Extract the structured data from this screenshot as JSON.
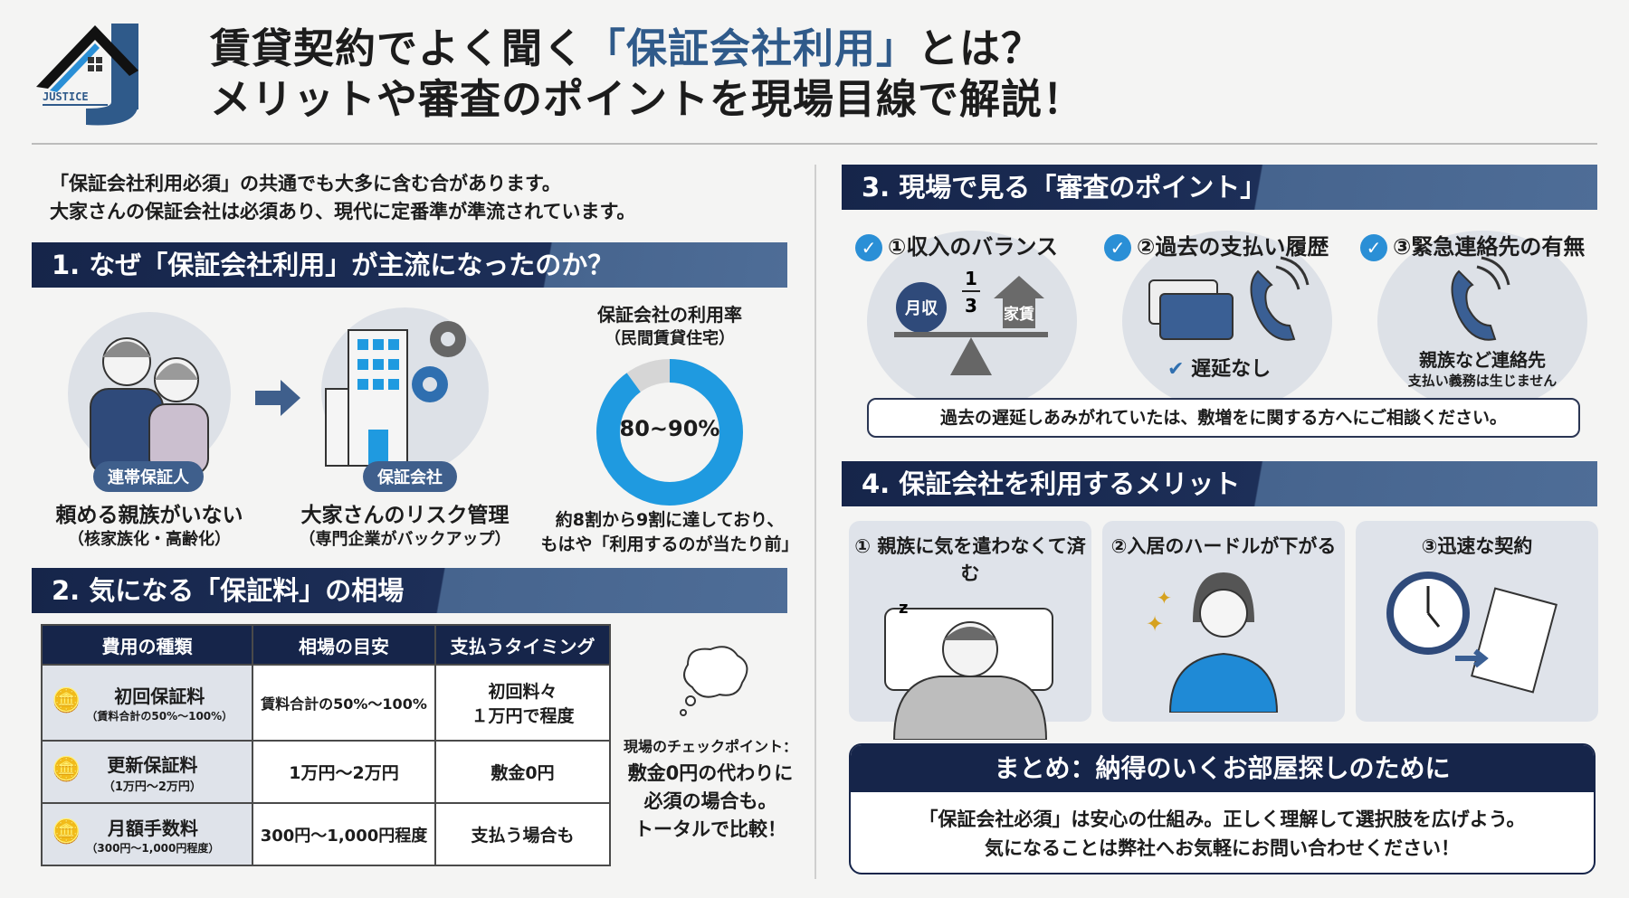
{
  "logo": {
    "text": "JUSTICE"
  },
  "title": {
    "line1_pre": "賃貸契約でよく聞く",
    "line1_hl": "「保証会社利用」",
    "line1_post": "とは？",
    "line2": "メリットや審査のポイントを現場目線で解説！"
  },
  "intro": [
    "「保証会社利用必須」の共通でも大多に含む合があります。",
    "大家さんの保証会社は必須あり、現代に定番準が準流されています。"
  ],
  "s1": {
    "heading": "1. なぜ「保証会社利用」が主流になったのか？",
    "left": {
      "badge": "連帯保証人",
      "caption": "頼める親族がいない",
      "sub": "（核家族化・高齢化）"
    },
    "mid": {
      "badge": "保証会社",
      "caption": "大家さんのリスク管理",
      "sub": "（専門企業がバックアップ）"
    },
    "donut": {
      "title": "保証会社の利用率",
      "subtitle": "（民間賃貸住宅）",
      "value_label": "80~90%",
      "fill_fraction": 0.9,
      "color": "#1f9ae0",
      "rest_color": "#d6d6d6",
      "caption1": "約8割から9割に達しており、",
      "caption2": "もはや「利用するのが当たり前」"
    }
  },
  "s2": {
    "heading": "2. 気になる「保証料」の相場",
    "headers": [
      "費用の種類",
      "相場の目安",
      "支払うタイミング"
    ],
    "rows": [
      {
        "name": "初回保証料",
        "sub": "（賃料合計の50%〜100%）",
        "range": "賃料合計の50%〜100%",
        "timing1": "初回料々",
        "timing2": "１万円で程度"
      },
      {
        "name": "更新保証料",
        "sub": "（1万円〜2万円）",
        "range": "1万円〜2万円",
        "timing1": "敷金0円",
        "timing2": ""
      },
      {
        "name": "月額手数料",
        "sub": "（300円〜1,000円程度）",
        "range": "300円〜1,000円程度",
        "timing1": "支払う場合も",
        "timing2": ""
      }
    ],
    "note": {
      "label": "現場のチェックポイント：",
      "l1": "敷金0円の代わりに",
      "l2": "必須の場合も。",
      "l3": "トータルで比較！"
    }
  },
  "s3": {
    "heading": "3. 現場で見る「審査のポイント」",
    "points": [
      {
        "label": "①収入のバランス",
        "income": "月収",
        "fraction_num": "1",
        "fraction_den": "3",
        "rent": "家賃"
      },
      {
        "label": "②過去の支払い履歴",
        "note": "遅延なし"
      },
      {
        "label": "③緊急連絡先の有無",
        "note": "親族など連絡先",
        "sub": "支払い義務は生じません"
      }
    ],
    "callout": "過去の遅延しあみがれていたは、敷増をに関する方へにご相談ください。"
  },
  "s4": {
    "heading": "4. 保証会社を利用するメリット",
    "cards": [
      "① 親族に気を遣わなくて済む",
      "②入居のハードルが下がる",
      "③迅速な契約"
    ]
  },
  "summary": {
    "heading": "まとめ：納得のいくお部屋探しのために",
    "l1": "「保証会社必須」は安心の仕組み。正しく理解して選択肢を広げよう。",
    "l2": "気になることは弊社へお気軽にお問い合わせください！"
  },
  "colors": {
    "navy": "#16254a",
    "accent": "#2f5a8a",
    "blue": "#1f9ae0"
  }
}
